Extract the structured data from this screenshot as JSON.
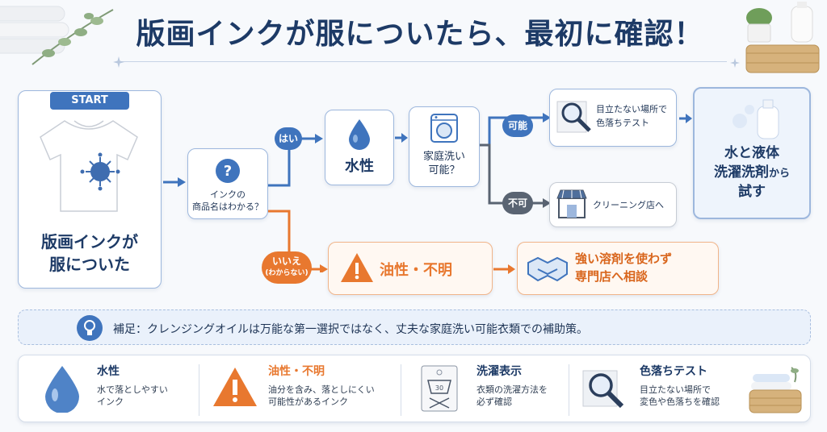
{
  "title": "版画インクが服についたら、最初に確認！",
  "start": {
    "badge": "START",
    "caption_line1": "版画インクが",
    "caption_line2": "服についた"
  },
  "question": {
    "line1": "インクの",
    "line2": "商品名はわかる？"
  },
  "branch_yes": "はい",
  "branch_no_line1": "いいえ",
  "branch_no_line2": "(わからない)",
  "water_based": "水性",
  "home_wash": {
    "line1": "家庭洗い",
    "line2": "可能？"
  },
  "branch_possible": "可能",
  "branch_impossible": "不可",
  "colorfast_test": {
    "line1": "目立たない場所で",
    "line2": "色落ちテスト"
  },
  "cleaning_shop": "クリーニング店へ",
  "result_water": {
    "line1": "水と液体",
    "line2_main": "洗濯洗剤",
    "line2_suffix": "から",
    "line3": "試す"
  },
  "oil_unknown": "油性・不明",
  "result_oil": {
    "line1": "強い溶剤を使わず",
    "line2": "専門店へ相談"
  },
  "note": "補足：クレンジングオイルは万能な第一選択ではなく、丈夫な家庭洗い可能衣類での補助策。",
  "legend": [
    {
      "title": "水性",
      "line1": "水で落としやすい",
      "line2": "インク",
      "icon": "water-drop-icon"
    },
    {
      "title": "油性・不明",
      "line1": "油分を含み、落としにくい",
      "line2": "可能性があるインク",
      "icon": "warning-icon"
    },
    {
      "title": "洗濯表示",
      "line1": "衣類の洗濯方法を",
      "line2": "必ず確認",
      "icon": "care-label-icon"
    },
    {
      "title": "色落ちテスト",
      "line1": "目立たない場所で",
      "line2": "変色や色落ちを確認",
      "icon": "magnifier-icon"
    }
  ],
  "colors": {
    "navy": "#1d3a66",
    "blue": "#3f74bd",
    "orange": "#e8782f",
    "gray": "#5a6472"
  }
}
